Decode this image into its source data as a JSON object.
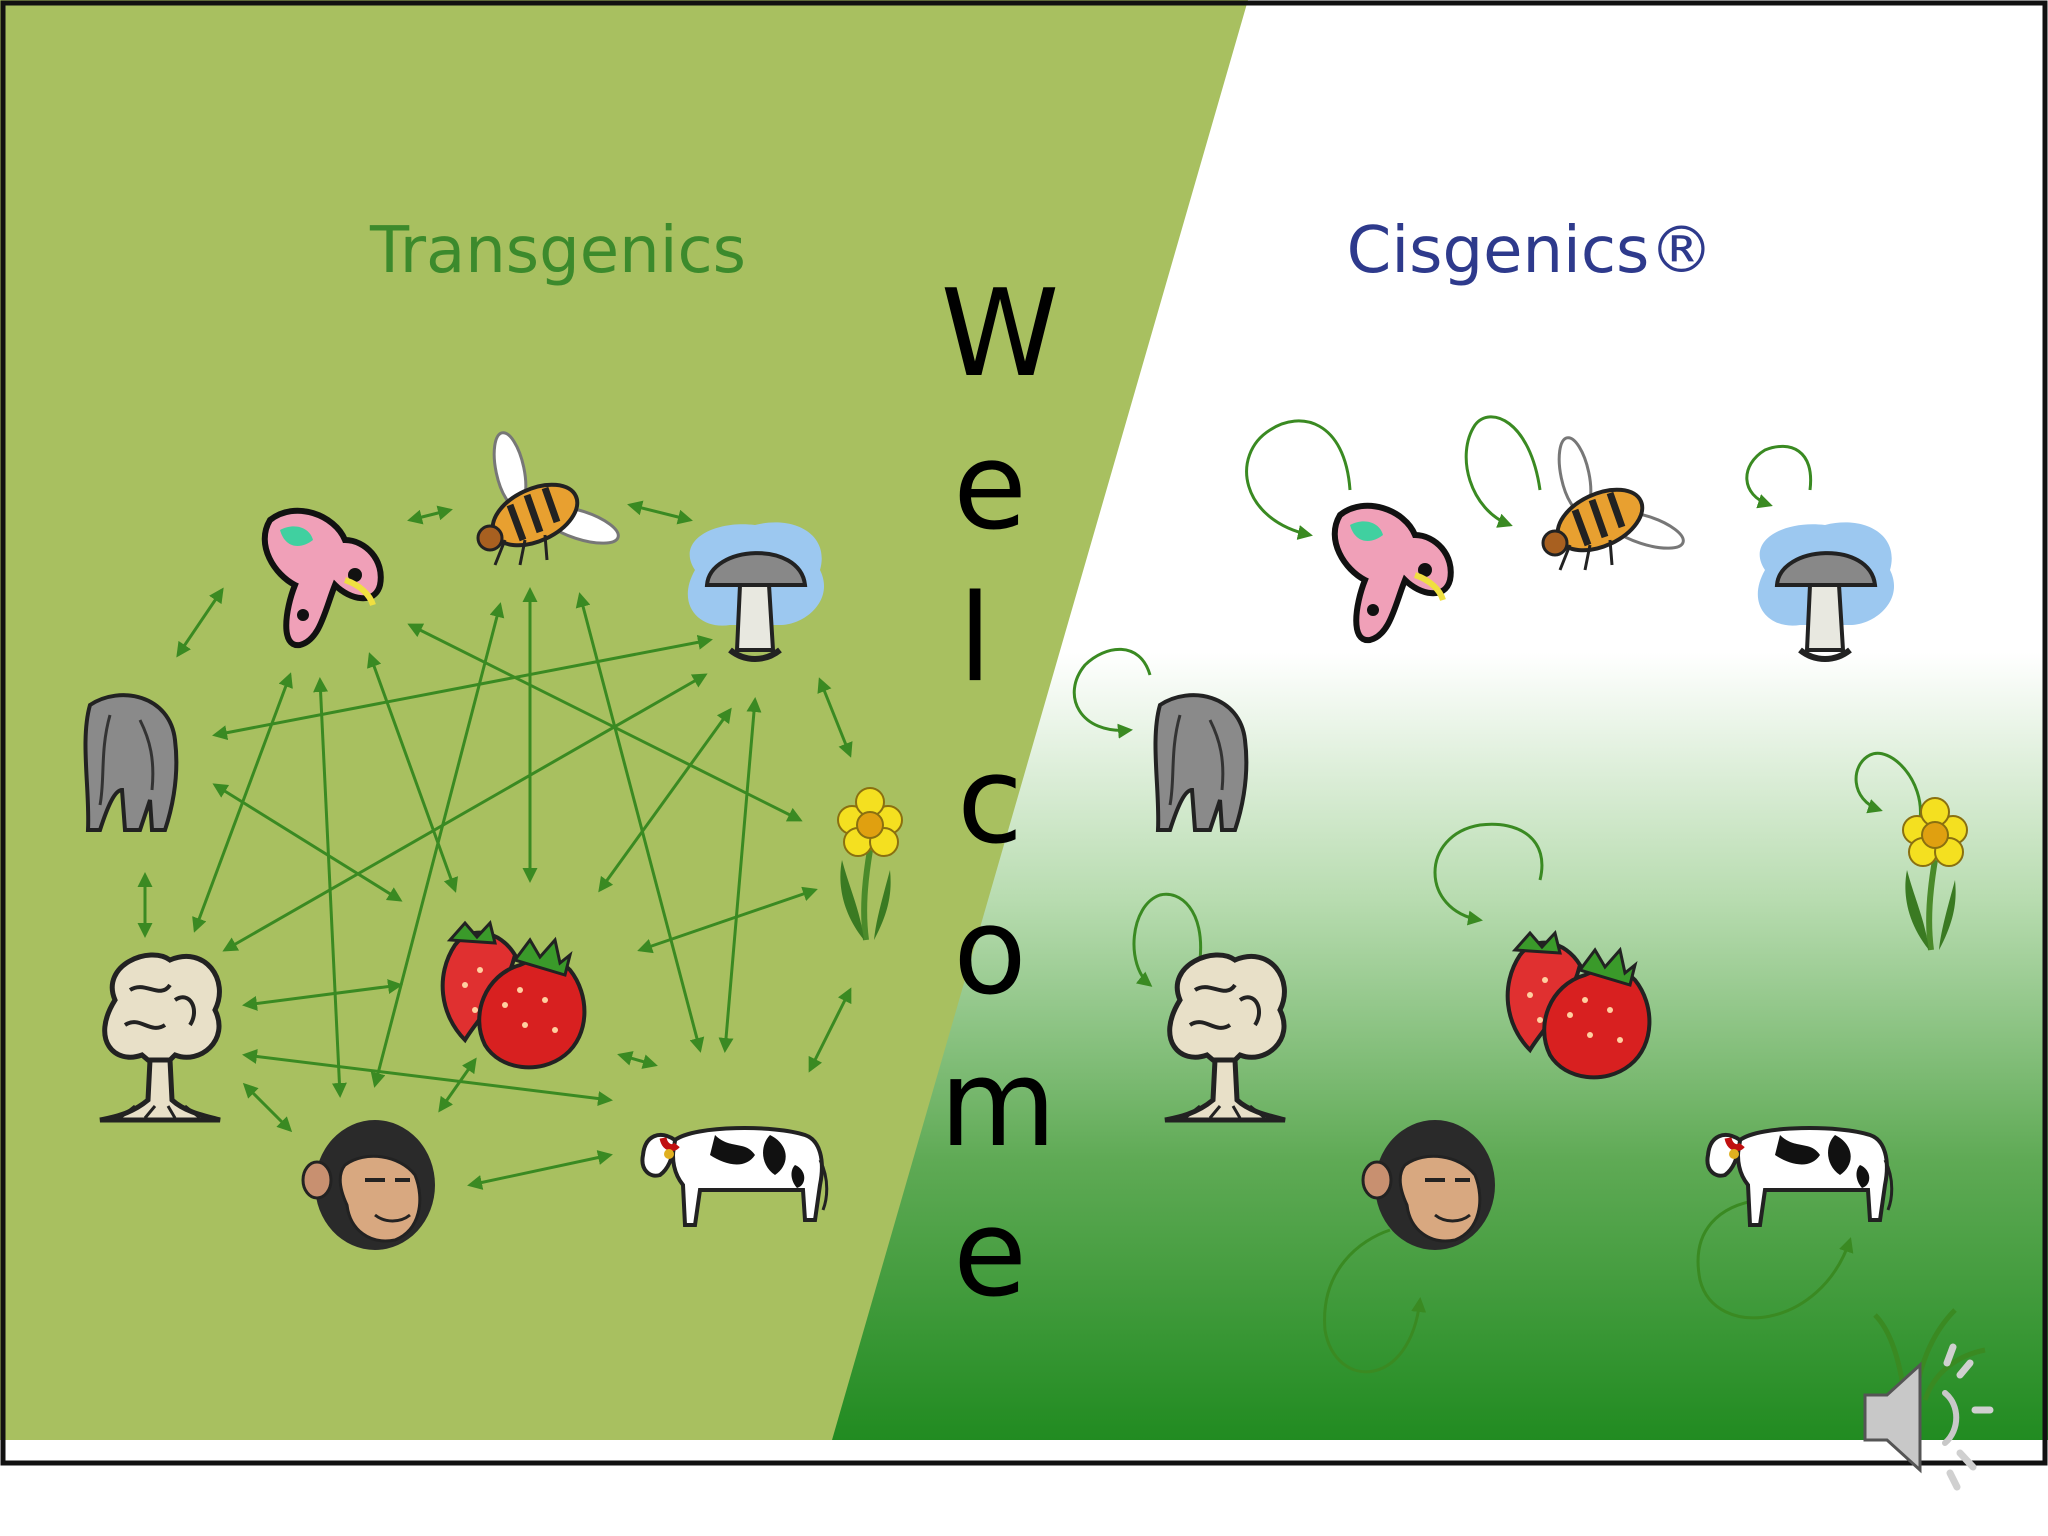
{
  "slide": {
    "left_title": "Transgenics",
    "right_title": "Cisgenics®",
    "welcome_letters": [
      "W",
      "e",
      "l",
      "c",
      "o",
      "m",
      "e"
    ]
  },
  "colors": {
    "left_panel": "#a8c060",
    "left_title": "#3c8a2c",
    "right_title": "#2e3a8c",
    "arrow": "#3a8a22",
    "gradient_dark": "#248a24",
    "border": "#111111"
  },
  "organisms": {
    "left": [
      "microbe-icon",
      "bee-icon",
      "mushroom-icon",
      "elephant-icon",
      "daffodil-icon",
      "tree-icon",
      "strawberry-icon",
      "chimpanzee-icon",
      "cow-icon"
    ],
    "right": [
      "microbe-icon",
      "bee-icon",
      "mushroom-icon",
      "elephant-icon",
      "daffodil-icon",
      "tree-icon",
      "strawberry-icon",
      "chimpanzee-icon",
      "cow-icon"
    ]
  },
  "controls": {
    "audio_icon": "speaker-icon"
  }
}
